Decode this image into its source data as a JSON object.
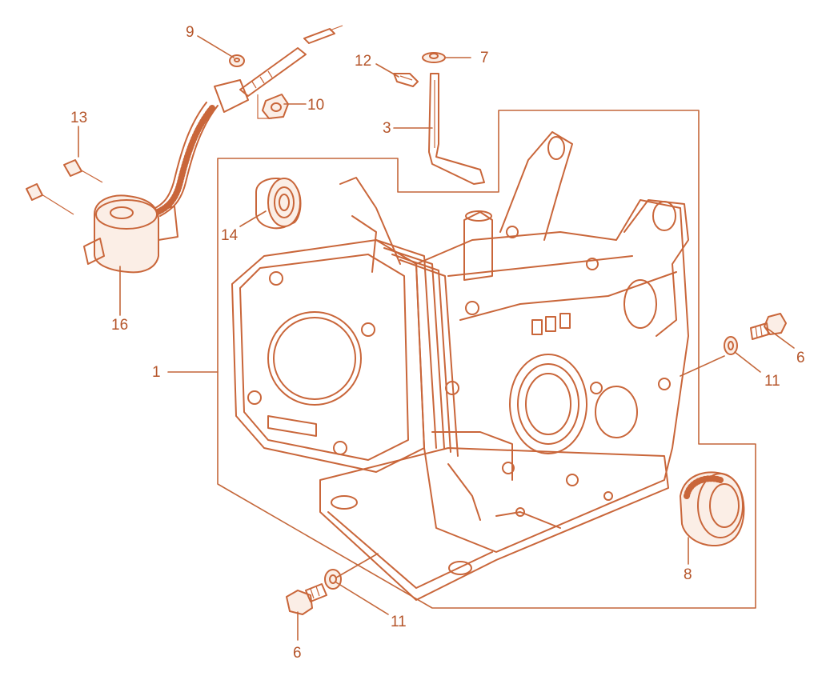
{
  "colors": {
    "linework": "#c9663a",
    "labels": "#b5552a",
    "background": "#ffffff"
  },
  "callouts": {
    "c1": "1",
    "c3": "3",
    "c6a": "6",
    "c6b": "6",
    "c7": "7",
    "c8": "8",
    "c9": "9",
    "c10": "10",
    "c11a": "11",
    "c11b": "11",
    "c12": "12",
    "c13": "13",
    "c14": "14",
    "c16": "16"
  }
}
